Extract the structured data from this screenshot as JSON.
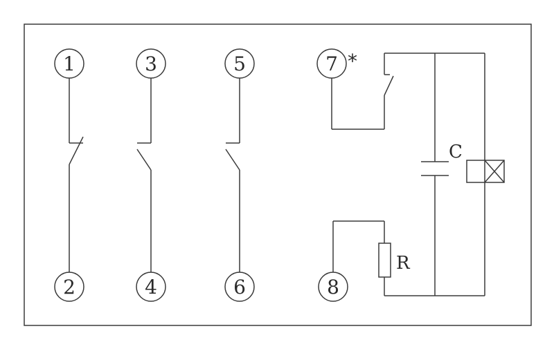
{
  "terminals": {
    "t1": "1",
    "t2": "2",
    "t3": "3",
    "t4": "4",
    "t5": "5",
    "t6": "6",
    "t7": "7",
    "t8": "8"
  },
  "marks": {
    "t7_mark": "*"
  },
  "components": {
    "capacitor_label": "C",
    "resistor_label": "R"
  }
}
